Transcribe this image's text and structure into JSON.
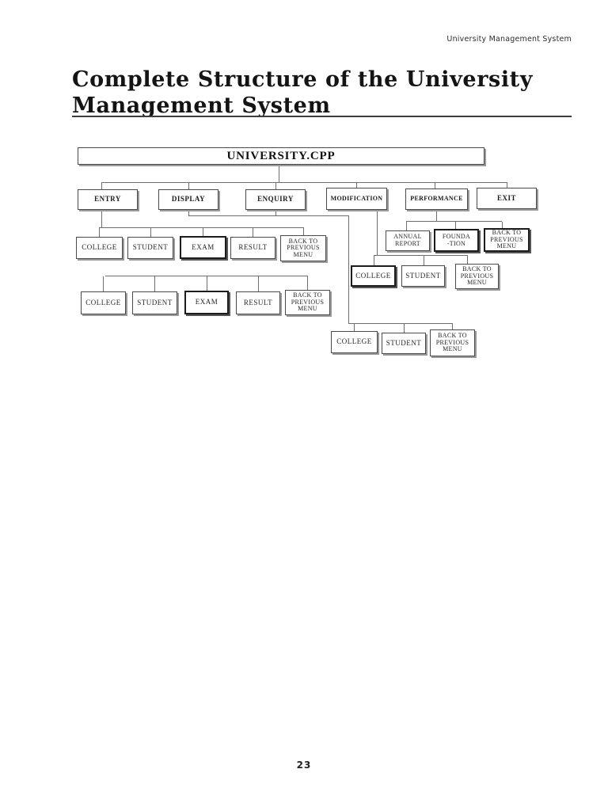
{
  "header": {
    "text": "University Management System"
  },
  "title": {
    "line1": "Complete Structure of the University",
    "line2": "Management System"
  },
  "page_number": "23",
  "diagram": {
    "root_label": "UNIVERSITY.CPP",
    "nodes": [
      {
        "name": "university-cpp",
        "label": "UNIVERSITY.CPP"
      },
      {
        "name": "entry",
        "label": "ENTRY"
      },
      {
        "name": "display",
        "label": "DISPLAY"
      },
      {
        "name": "enquiry",
        "label": "ENQUIRY"
      },
      {
        "name": "modification",
        "label": "MODIFICATION"
      },
      {
        "name": "performance",
        "label": "PERFORMANCE"
      },
      {
        "name": "exit",
        "label": "EXIT"
      },
      {
        "name": "entry-college",
        "label": "COLLEGE"
      },
      {
        "name": "entry-student",
        "label": "STUDENT"
      },
      {
        "name": "entry-exam",
        "label": "EXAM"
      },
      {
        "name": "entry-result",
        "label": "RESULT"
      },
      {
        "name": "entry-back",
        "label": "BACK TO\nPREVIOUS\nMENU"
      },
      {
        "name": "display-college",
        "label": "COLLEGE"
      },
      {
        "name": "display-student",
        "label": "STUDENT"
      },
      {
        "name": "display-exam",
        "label": "EXAM"
      },
      {
        "name": "display-result",
        "label": "RESULT"
      },
      {
        "name": "display-back",
        "label": "BACK TO\nPREVIOUS\nMENU"
      },
      {
        "name": "performance-annual-report",
        "label": "ANNUAL\nREPORT"
      },
      {
        "name": "performance-foundation",
        "label": "FOUNDA\n-TION"
      },
      {
        "name": "performance-back",
        "label": "BACK TO\nPREVIOUS\nMENU"
      },
      {
        "name": "modification-college",
        "label": "COLLEGE"
      },
      {
        "name": "modification-student",
        "label": "STUDENT"
      },
      {
        "name": "modification-back",
        "label": "BACK TO\nPREVIOUS\nMENU"
      },
      {
        "name": "enquiry-college",
        "label": "COLLEGE"
      },
      {
        "name": "enquiry-student",
        "label": "STUDENT"
      },
      {
        "name": "enquiry-back",
        "label": "BACK TO\nPREVIOUS\nMENU"
      }
    ]
  }
}
